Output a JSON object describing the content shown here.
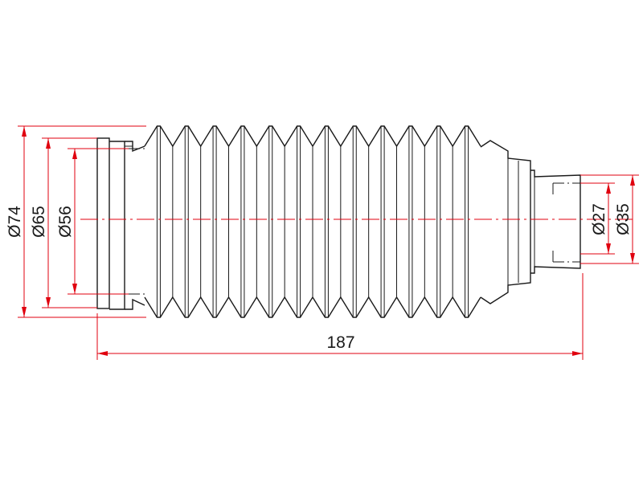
{
  "diagram": {
    "part": "bellows-boot",
    "dimensions": {
      "outer_flange_diameter": "Ø74",
      "flange_diameter": "Ø65",
      "inner_bore_diameter": "Ø56",
      "small_end_inner_diameter": "Ø27",
      "small_end_outer_diameter": "Ø35",
      "overall_length": "187"
    },
    "colors": {
      "outline": "#1a1a1a",
      "dimension_lines": "#e0000f",
      "background": "#ffffff"
    }
  }
}
